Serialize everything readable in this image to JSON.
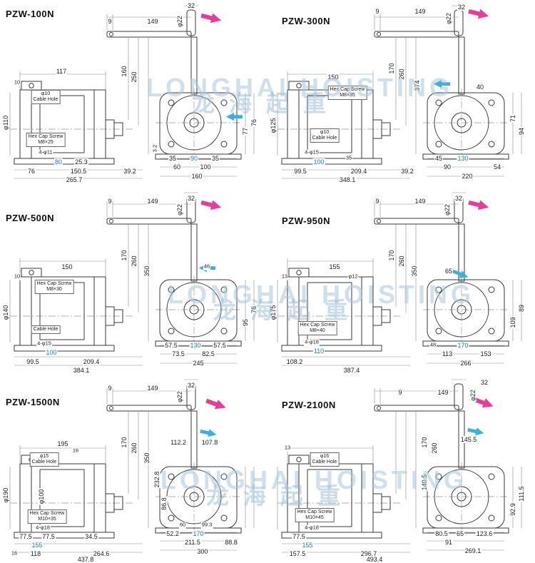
{
  "watermark": {
    "en": "LONGHAI HOISTING",
    "zh": "龙海起重"
  },
  "colors": {
    "dimension_highlight": "#1779d2",
    "rotation_arrow": "#e63d96",
    "direction_arrow": "#3ab1e2",
    "line_work": "#3a3a3a",
    "background": "#ffffff"
  },
  "panels": [
    {
      "model": "PZW-100N",
      "labels": [
        [
          "9",
          154,
          30
        ],
        [
          "149",
          214,
          30
        ],
        [
          "32",
          268,
          8
        ],
        [
          "φ22",
          252,
          30,
          "v"
        ],
        [
          "160",
          174,
          100,
          "v"
        ],
        [
          "250",
          188,
          108,
          "v"
        ],
        [
          "117",
          86,
          100
        ],
        [
          "10",
          24,
          116,
          "s"
        ],
        [
          "φ10\nCable Hole",
          64,
          136,
          "sx"
        ],
        [
          "φ110",
          8,
          172,
          "v"
        ],
        [
          "Hex Cap Screw\nM8×25",
          64,
          196,
          "sx"
        ],
        [
          "4-φ11",
          64,
          214,
          "s"
        ],
        [
          "80",
          82,
          227,
          "b"
        ],
        [
          "25.3",
          114,
          227
        ],
        [
          "76",
          44,
          240
        ],
        [
          "150.5",
          110,
          240
        ],
        [
          "39.2",
          182,
          240
        ],
        [
          "265.7",
          104,
          252
        ],
        [
          "3.2",
          218,
          208,
          "vs"
        ],
        [
          "35",
          242,
          222
        ],
        [
          "90",
          272,
          222,
          "b"
        ],
        [
          "35",
          302,
          222
        ],
        [
          "60",
          248,
          234
        ],
        [
          "100",
          288,
          234
        ],
        [
          "160",
          276,
          247
        ],
        [
          "77",
          344,
          184,
          "v"
        ],
        [
          "76",
          356,
          172,
          "v"
        ]
      ]
    },
    {
      "model": "PZW-300N",
      "labels": [
        [
          "9",
          154,
          16
        ],
        [
          "149",
          214,
          16
        ],
        [
          "32",
          272,
          10
        ],
        [
          "φ22",
          254,
          26,
          "v"
        ],
        [
          "170",
          174,
          96,
          "v"
        ],
        [
          "260",
          188,
          104,
          "v"
        ],
        [
          "374",
          210,
          120,
          "v"
        ],
        [
          "40",
          298,
          122
        ],
        [
          "150",
          92,
          108
        ],
        [
          "Hex Cap Screw\nM8×35",
          112,
          130,
          "sx"
        ],
        [
          "φ125",
          8,
          176,
          "v"
        ],
        [
          "φ10\nCable Hole",
          80,
          190,
          "sx"
        ],
        [
          "4-φ15",
          62,
          214,
          "s"
        ],
        [
          "100",
          72,
          227,
          "b"
        ],
        [
          "35",
          114,
          222,
          "s"
        ],
        [
          "99.5",
          46,
          240
        ],
        [
          "209.4",
          128,
          240
        ],
        [
          "39.2",
          196,
          240
        ],
        [
          "348.1",
          112,
          252
        ],
        [
          "45",
          240,
          222
        ],
        [
          "130",
          274,
          222,
          "b"
        ],
        [
          "90",
          252,
          234
        ],
        [
          "54",
          322,
          234
        ],
        [
          "220",
          280,
          247
        ],
        [
          "71",
          344,
          166,
          "v"
        ],
        [
          "94",
          356,
          184,
          "v"
        ]
      ]
    },
    {
      "model": "PZW-500N",
      "labels": [
        [
          "9",
          154,
          20
        ],
        [
          "149",
          214,
          20
        ],
        [
          "32",
          268,
          16
        ],
        [
          "φ22",
          252,
          32,
          "v"
        ],
        [
          "170",
          174,
          96,
          "v"
        ],
        [
          "260",
          188,
          104,
          "v"
        ],
        [
          "350",
          206,
          118,
          "v"
        ],
        [
          "150",
          94,
          112
        ],
        [
          "10",
          24,
          126,
          "s"
        ],
        [
          "Hex Cap Screw\nM8×30",
          76,
          140,
          "sx"
        ],
        [
          "φ140",
          8,
          176,
          "v"
        ],
        [
          "Cable Hole",
          64,
          200,
          "sx"
        ],
        [
          "4-φ15",
          62,
          220,
          "s"
        ],
        [
          "100",
          72,
          232,
          "b"
        ],
        [
          "99.5",
          46,
          245
        ],
        [
          "209.4",
          128,
          245
        ],
        [
          "384.1",
          114,
          257
        ],
        [
          "46",
          290,
          112,
          "s"
        ],
        [
          "57.5",
          240,
          222
        ],
        [
          "130",
          274,
          222,
          "b"
        ],
        [
          "57.5",
          308,
          222
        ],
        [
          "73.5",
          250,
          234
        ],
        [
          "82.5",
          292,
          234
        ],
        [
          "245",
          278,
          247
        ],
        [
          "95",
          344,
          190,
          "v"
        ],
        [
          "76",
          356,
          172,
          "v"
        ]
      ]
    },
    {
      "model": "PZW-950N",
      "labels": [
        [
          "9",
          154,
          20
        ],
        [
          "149",
          214,
          20
        ],
        [
          "32",
          268,
          16
        ],
        [
          "φ22",
          252,
          32,
          "v"
        ],
        [
          "170",
          174,
          96,
          "v"
        ],
        [
          "260",
          188,
          104,
          "v"
        ],
        [
          "350",
          206,
          118,
          "v"
        ],
        [
          "155",
          94,
          112
        ],
        [
          "13",
          24,
          126,
          "s"
        ],
        [
          "φ12",
          120,
          126,
          "s"
        ],
        [
          "φ175",
          8,
          176,
          "v"
        ],
        [
          "Hex Cap Screw\nM8×40",
          70,
          198,
          "sx"
        ],
        [
          "4-φ18",
          62,
          218,
          "s"
        ],
        [
          "110",
          72,
          230,
          "b"
        ],
        [
          "108.2",
          38,
          245
        ],
        [
          "387.4",
          118,
          257
        ],
        [
          "65",
          254,
          118
        ],
        [
          "48",
          232,
          222,
          "s"
        ],
        [
          "170",
          274,
          222,
          "b"
        ],
        [
          "113",
          252,
          234
        ],
        [
          "153",
          306,
          234
        ],
        [
          "266",
          278,
          247
        ],
        [
          "89",
          356,
          170,
          "v"
        ],
        [
          "109",
          344,
          190,
          "v"
        ]
      ]
    },
    {
      "model": "PZW-1500N",
      "labels": [
        [
          "9",
          154,
          20
        ],
        [
          "149",
          214,
          20
        ],
        [
          "32",
          268,
          16
        ],
        [
          "φ22",
          252,
          32,
          "v"
        ],
        [
          "170",
          174,
          96,
          "v"
        ],
        [
          "260",
          188,
          104,
          "v"
        ],
        [
          "350",
          206,
          118,
          "v"
        ],
        [
          "195",
          88,
          98
        ],
        [
          "16",
          106,
          108,
          "s"
        ],
        [
          "φ15\nCable Hole",
          62,
          120,
          "sx"
        ],
        [
          "φ190",
          8,
          170,
          "v"
        ],
        [
          "φ100",
          58,
          172,
          "v"
        ],
        [
          "Hex Cap Screw\nM10×35",
          66,
          200,
          "sx"
        ],
        [
          "4-φ18",
          60,
          216,
          "s"
        ],
        [
          "77.5",
          36,
          228
        ],
        [
          "77.5",
          68,
          228
        ],
        [
          "34.5",
          128,
          228
        ],
        [
          "155",
          52,
          240,
          "b"
        ],
        [
          "16",
          20,
          252,
          "s"
        ],
        [
          "118",
          50,
          252
        ],
        [
          "264.6",
          142,
          252
        ],
        [
          "437.8",
          120,
          260
        ],
        [
          "112.2",
          250,
          96
        ],
        [
          "107.8",
          294,
          96
        ],
        [
          "232.8",
          220,
          148,
          "v"
        ],
        [
          "86.8",
          230,
          182,
          "v"
        ],
        [
          "60",
          256,
          212,
          "s"
        ],
        [
          "99.3",
          290,
          212,
          "s"
        ],
        [
          "52.2",
          242,
          224
        ],
        [
          "170",
          278,
          224,
          "b"
        ],
        [
          "211.5",
          270,
          236
        ],
        [
          "88.8",
          324,
          236
        ],
        [
          "300",
          284,
          249
        ]
      ]
    },
    {
      "model": "PZW-2100N",
      "labels": [
        [
          "9",
          186,
          26
        ],
        [
          "149",
          246,
          26
        ],
        [
          "32",
          304,
          12
        ],
        [
          "φ22",
          288,
          30,
          "v"
        ],
        [
          "170",
          220,
          96,
          "v"
        ],
        [
          "260",
          234,
          104,
          "v"
        ],
        [
          "145.5",
          282,
          92
        ],
        [
          "13",
          28,
          104,
          "s"
        ],
        [
          "φ16\nCable Hole",
          80,
          120,
          "sx"
        ],
        [
          "Hex Cap Screw\nM10×45",
          66,
          198,
          "sx"
        ],
        [
          "4-φ18",
          62,
          216,
          "s"
        ],
        [
          "77.5",
          44,
          228
        ],
        [
          "155",
          56,
          240,
          "b"
        ],
        [
          "157.5",
          42,
          252
        ],
        [
          "296.7",
          142,
          252
        ],
        [
          "493.4",
          150,
          260
        ],
        [
          "140.5",
          220,
          152,
          "v"
        ],
        [
          "80.5",
          244,
          224
        ],
        [
          "65",
          270,
          224
        ],
        [
          "123.6",
          304,
          224
        ],
        [
          "91",
          254,
          236
        ],
        [
          "269.1",
          288,
          248
        ],
        [
          "111.5",
          356,
          168,
          "v"
        ],
        [
          "92.9",
          344,
          190,
          "v"
        ]
      ]
    }
  ]
}
